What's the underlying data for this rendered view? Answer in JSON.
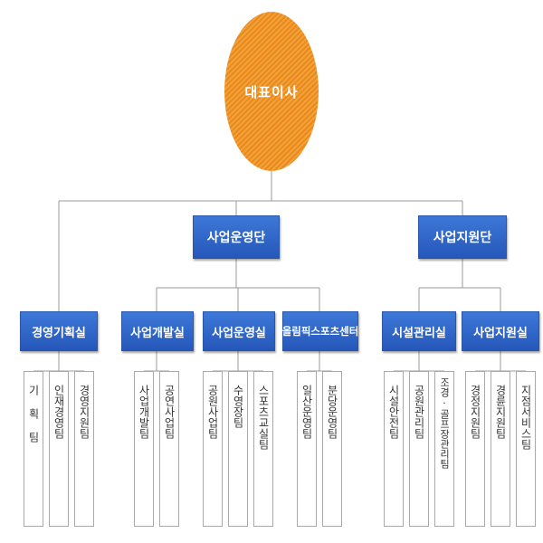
{
  "ceo": "대표이사",
  "divisions": [
    "사업운영단",
    "사업지원단"
  ],
  "departments": [
    "경영기획실",
    "사업개발실",
    "사업운영실",
    "올림픽스포츠센터",
    "시설관리실",
    "사업지원실"
  ],
  "teams": [
    "기 획 팀",
    "인재경영팀",
    "경영지원팀",
    "사업개발팀",
    "공연사업팀",
    "공원사업팀",
    "수영장팀",
    "스포츠교실팀",
    "일산운영팀",
    "분당운영팀",
    "시설안전팀",
    "공원관리팀",
    "조경·골프장관리팀",
    "경정지원팀",
    "경륜지원팀",
    "지점서비스팀"
  ]
}
